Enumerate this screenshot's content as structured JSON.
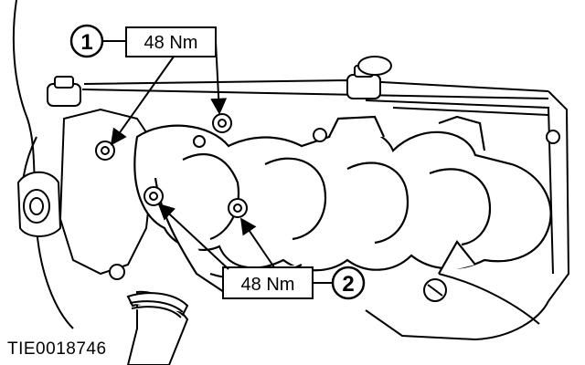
{
  "callouts": [
    {
      "number": "1",
      "torque": "48 Nm"
    },
    {
      "number": "2",
      "torque": "48 Nm"
    }
  ],
  "figure_id": "TIE0018746",
  "colors": {
    "line": "#000000",
    "background": "#ffffff"
  }
}
